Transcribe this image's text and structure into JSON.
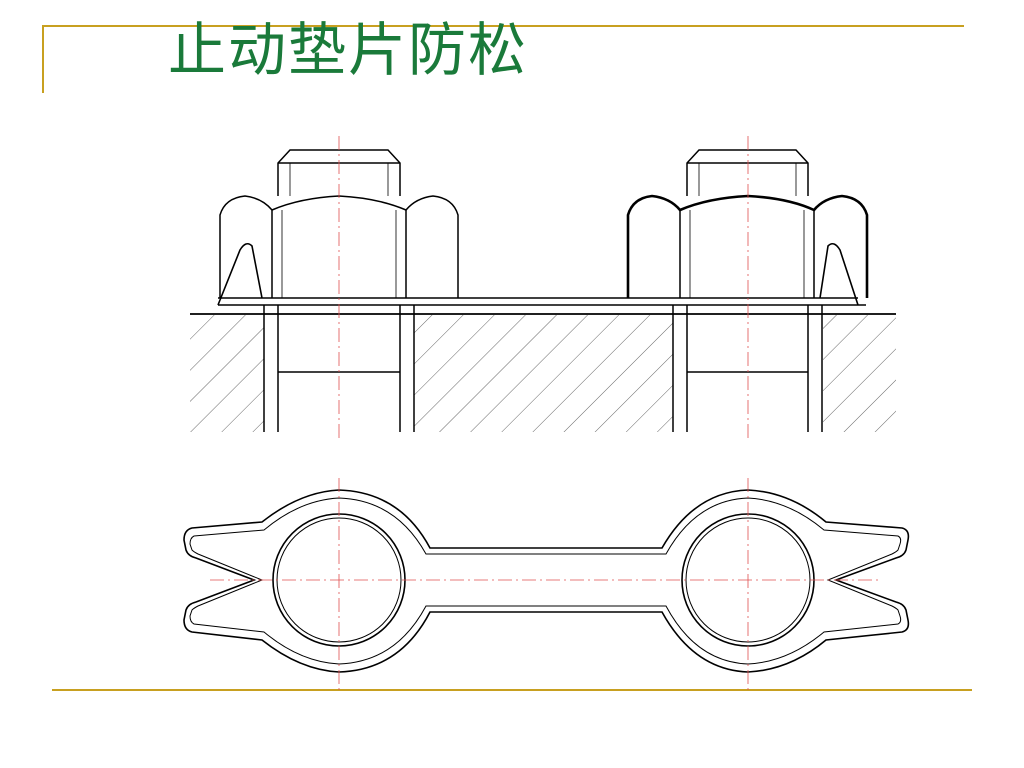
{
  "slide": {
    "title": "止动垫片防松",
    "accent_color": "#c8a020",
    "title_color": "#1a7a3a"
  },
  "drawing": {
    "views": [
      "section-view",
      "plan-view"
    ],
    "parts": [
      "nut-left",
      "nut-right",
      "bolt-left",
      "bolt-right",
      "tab-washer",
      "base-plate"
    ]
  }
}
